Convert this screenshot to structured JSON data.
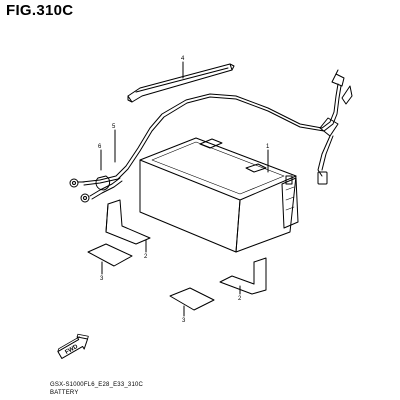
{
  "figure": {
    "title": "FIG.310C",
    "code": "GSX-S1000FL6_E28_E33_310C",
    "name": "BATTERY"
  },
  "callouts": {
    "strap": "4",
    "cable_a": "5",
    "cable_b": "6",
    "battery": "1",
    "pad_rear": "2",
    "pad_front": "2",
    "sheet_left": "3",
    "sheet_lower": "3"
  },
  "direction_label": "FWD"
}
